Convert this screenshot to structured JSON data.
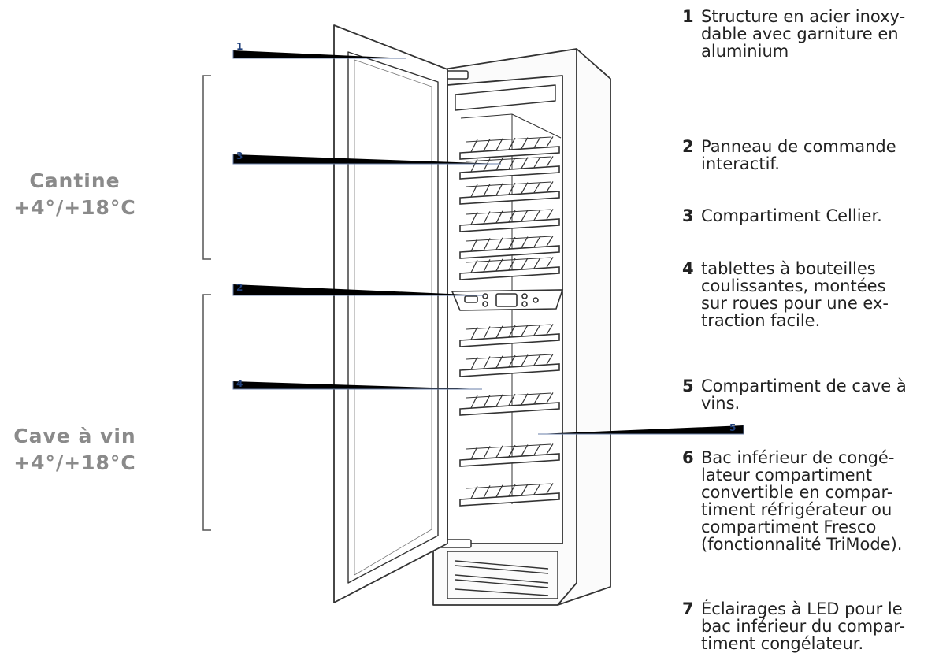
{
  "zones": [
    {
      "line1": "Cantine",
      "line2": "+4°/+18°C"
    },
    {
      "line1": "Cave à vin",
      "line2": "+4°/+18°C"
    }
  ],
  "callouts": [
    "1",
    "3",
    "2",
    "4",
    "5"
  ],
  "legend": [
    {
      "num": "1",
      "text": "Structure en acier inoxy-\ndable avec garniture en\naluminium"
    },
    {
      "num": "2",
      "text": "Panneau de commande\ninteractif."
    },
    {
      "num": "3",
      "text": "Compartiment Cellier."
    },
    {
      "num": "4",
      "text": "tablettes à bouteilles\ncoulissantes, montées\nsur roues pour une ex-\ntraction facile."
    },
    {
      "num": "5",
      "text": "Compartiment de cave à\nvins."
    },
    {
      "num": "6",
      "text": "Bac inférieur de congé-\nlateur compartiment\nconvertible en compar-\ntiment réfrigérateur ou\ncompartiment Fresco\n(fonctionnalité TriMode)."
    },
    {
      "num": "7",
      "text": "Éclairages à LED pour le\nbac inférieur du compar-\ntiment congélateur."
    }
  ],
  "colors": {
    "callout": "#1f3f7a",
    "zone_label": "#8a8a8a",
    "line": "#333333"
  }
}
